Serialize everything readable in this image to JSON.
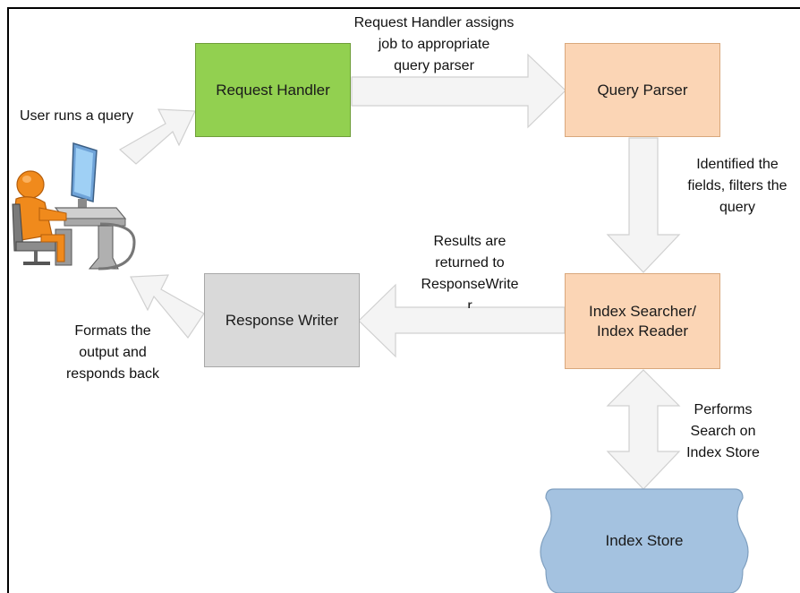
{
  "nodes": {
    "request_handler": {
      "label": "Request Handler",
      "color": "#92d050"
    },
    "query_parser": {
      "label": "Query Parser",
      "color": "#fbd5b5"
    },
    "index_searcher": {
      "label": "Index Searcher/\nIndex Reader",
      "color": "#fbd5b5"
    },
    "response_writer": {
      "label": "Response Writer",
      "color": "#d9d9d9"
    },
    "index_store": {
      "label": "Index Store",
      "color": "#a4c2e0"
    }
  },
  "edges": {
    "user_runs_query": "User runs a query",
    "assigns_job": "Request Handler assigns\njob to appropriate\nquery parser",
    "identified_fields": "Identified the\nfields, filters the\nquery",
    "results_returned": "Results are\nreturned to\nResponseWrite\nr",
    "formats_output": "Formats the\noutput and\nresponds back",
    "performs_search": "Performs\nSearch on\nIndex Store"
  },
  "user_icon": "computer-user-icon",
  "arrow_fill": "#f4f4f4",
  "arrow_stroke": "#d0d0d0"
}
